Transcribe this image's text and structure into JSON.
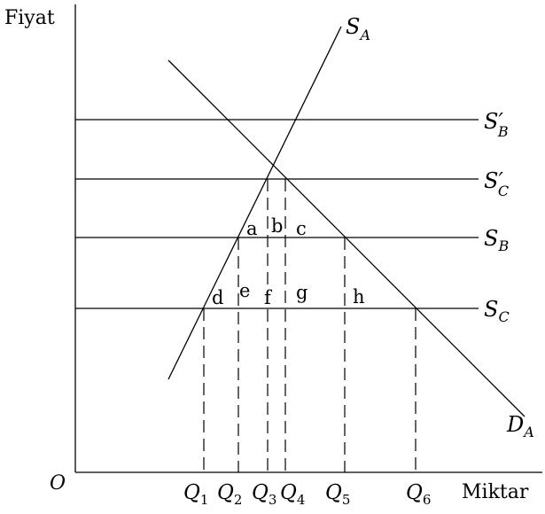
{
  "axes": {
    "y_label": "Fiyat",
    "x_label": "Miktar",
    "origin": "O"
  },
  "curves": {
    "supply_A": {
      "label": "S",
      "sub": "A"
    },
    "demand_A": {
      "label": "D",
      "sub": "A"
    },
    "supply_B_prime": {
      "label": "S′",
      "sub": "B"
    },
    "supply_C_prime": {
      "label": "S′",
      "sub": "C"
    },
    "supply_B": {
      "label": "S",
      "sub": "B"
    },
    "supply_C": {
      "label": "S",
      "sub": "C"
    }
  },
  "areas": {
    "a": "a",
    "b": "b",
    "c": "c",
    "d": "d",
    "e": "e",
    "f": "f",
    "g": "g",
    "h": "h"
  },
  "quantities": [
    {
      "label": "Q",
      "sub": "1"
    },
    {
      "label": "Q",
      "sub": "2"
    },
    {
      "label": "Q",
      "sub": "3"
    },
    {
      "label": "Q",
      "sub": "4"
    },
    {
      "label": "Q",
      "sub": "5"
    },
    {
      "label": "Q",
      "sub": "6"
    }
  ]
}
